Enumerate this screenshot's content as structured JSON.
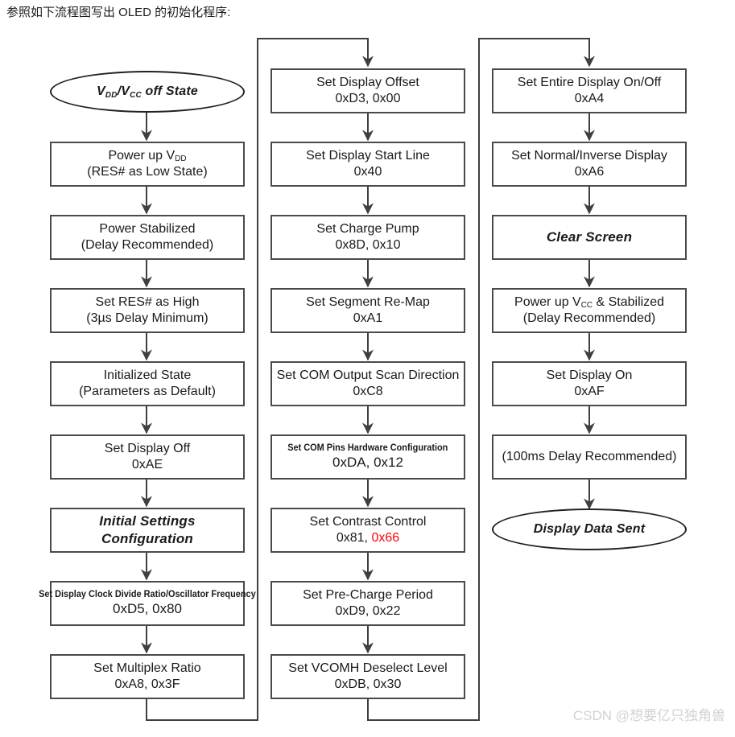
{
  "caption": "参照如下流程图写出 OLED 的初始化程序:",
  "watermark": "CSDN @想要亿只独角兽",
  "colors": {
    "box_border": "#4a4a4a",
    "ellipse_border": "#222222",
    "connector": "#3f3f3f",
    "highlight": "#ff0000",
    "watermark": "#d2d2d2"
  },
  "columns": [
    {
      "name": "column-1",
      "nodes": [
        {
          "id": "vdd-vcc-off-state",
          "shape": "ellipse",
          "style": "bold-italic",
          "line1_html": "V<sub>DD</sub>/V<sub>CC</sub> off State",
          "line1": "VDD/VCC off State",
          "line2": ""
        },
        {
          "id": "power-up-vdd",
          "shape": "rect",
          "style": "normal",
          "line1_html": "Power up V<sub>DD</sub>",
          "line1": "Power up VDD",
          "line2": "(RES# as Low State)"
        },
        {
          "id": "power-stabilized",
          "shape": "rect",
          "style": "normal",
          "line1": "Power Stabilized",
          "line2": "(Delay Recommended)"
        },
        {
          "id": "set-res-as-high",
          "shape": "rect",
          "style": "normal",
          "line1": "Set RES# as High",
          "line2": "(3µs Delay Minimum)"
        },
        {
          "id": "initialized-state",
          "shape": "rect",
          "style": "normal",
          "line1": "Initialized State",
          "line2": "(Parameters as Default)"
        },
        {
          "id": "set-display-off",
          "shape": "rect",
          "style": "normal",
          "line1": "Set Display Off",
          "line2": "0xAE"
        },
        {
          "id": "initial-settings-configuration",
          "shape": "rect",
          "style": "bold-italic",
          "line1": "Initial Settings",
          "line2": "Configuration"
        },
        {
          "id": "set-display-clock-divide-ratio",
          "shape": "rect",
          "style": "small-title",
          "line1": "Set Display Clock Divide Ratio/Oscillator Frequency",
          "line2": "0xD5, 0x80"
        },
        {
          "id": "set-multiplex-ratio",
          "shape": "rect",
          "style": "normal",
          "line1": "Set Multiplex Ratio",
          "line2": "0xA8, 0x3F"
        }
      ]
    },
    {
      "name": "column-2",
      "nodes": [
        {
          "id": "set-display-offset",
          "shape": "rect",
          "style": "normal",
          "line1": "Set Display Offset",
          "line2": "0xD3, 0x00"
        },
        {
          "id": "set-display-start-line",
          "shape": "rect",
          "style": "normal",
          "line1": "Set Display Start Line",
          "line2": "0x40"
        },
        {
          "id": "set-charge-pump",
          "shape": "rect",
          "style": "normal",
          "line1": "Set Charge Pump",
          "line2": "0x8D, 0x10"
        },
        {
          "id": "set-segment-re-map",
          "shape": "rect",
          "style": "normal",
          "line1": "Set Segment Re-Map",
          "line2": "0xA1"
        },
        {
          "id": "set-com-output-scan-direction",
          "shape": "rect",
          "style": "normal",
          "line1": "Set COM Output Scan Direction",
          "line2": "0xC8"
        },
        {
          "id": "set-com-pins-hardware-configuration",
          "shape": "rect",
          "style": "small-title",
          "line1": "Set COM Pins Hardware Configuration",
          "line2": "0xDA, 0x12"
        },
        {
          "id": "set-contrast-control",
          "shape": "rect",
          "style": "normal",
          "line1": "Set Contrast Control",
          "line2_prefix": "0x81, ",
          "line2_highlight": "0x66",
          "line2": "0x81, 0x66"
        },
        {
          "id": "set-pre-charge-period",
          "shape": "rect",
          "style": "normal",
          "line1": "Set Pre-Charge Period",
          "line2": "0xD9, 0x22"
        },
        {
          "id": "set-vcomh-deselect-level",
          "shape": "rect",
          "style": "normal",
          "line1": "Set VCOMH Deselect Level",
          "line2": "0xDB, 0x30"
        }
      ]
    },
    {
      "name": "column-3",
      "nodes": [
        {
          "id": "set-entire-display-on-off",
          "shape": "rect",
          "style": "normal",
          "line1": "Set Entire Display On/Off",
          "line2": "0xA4"
        },
        {
          "id": "set-normal-inverse-display",
          "shape": "rect",
          "style": "normal",
          "line1": "Set Normal/Inverse Display",
          "line2": "0xA6"
        },
        {
          "id": "clear-screen",
          "shape": "rect",
          "style": "bold-italic",
          "line1": "Clear Screen",
          "line2": ""
        },
        {
          "id": "power-up-vcc-stabilized",
          "shape": "rect",
          "style": "normal",
          "line1_html": "Power up V<sub>CC</sub> &amp; Stabilized",
          "line1": "Power up VCC & Stabilized",
          "line2": "(Delay Recommended)"
        },
        {
          "id": "set-display-on",
          "shape": "rect",
          "style": "normal",
          "line1": "Set Display On",
          "line2": "0xAF"
        },
        {
          "id": "delay-100ms-recommended",
          "shape": "rect",
          "style": "normal",
          "line1": "(100ms Delay Recommended)",
          "line2": ""
        },
        {
          "id": "display-data-sent",
          "shape": "ellipse",
          "style": "bold-italic",
          "line1": "Display Data Sent",
          "line2": ""
        }
      ]
    }
  ]
}
